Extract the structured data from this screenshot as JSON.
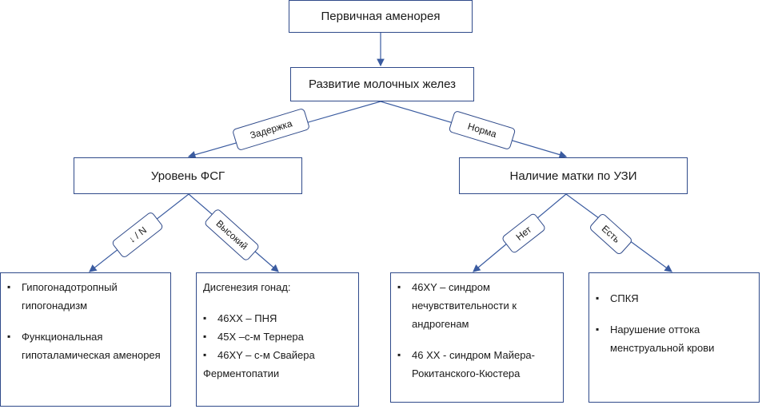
{
  "nodes": {
    "root": "Первичная аменорея",
    "breast": "Развитие молочных желез",
    "fsh": "Уровень ФСГ",
    "uterus": "Наличие матки по УЗИ"
  },
  "edges": {
    "delay": "Задержка",
    "norm": "Норма",
    "low": "↓ / N",
    "high": "Высокий",
    "no": "Нет",
    "yes": "Есть"
  },
  "leaves": {
    "hypo": {
      "items": [
        "Гипогонадотропный гипогонадизм",
        "Функциональная гипоталамическая аменорея"
      ]
    },
    "dysgen": {
      "title": "Дисгенезия гонад:",
      "items": [
        "46ХХ – ПНЯ",
        "45Х –с-м Тернера",
        "46ХY – с-м Свайера"
      ],
      "footer": "Ферментопатии"
    },
    "ais": {
      "items": [
        "46ХY – синдром нечувствительности к андрогенам",
        "46 ХХ - синдром Майера-Рокитанского-Кюстера"
      ]
    },
    "pcos": {
      "items": [
        "СПКЯ",
        "Нарушение оттока менструальной крови"
      ]
    }
  }
}
